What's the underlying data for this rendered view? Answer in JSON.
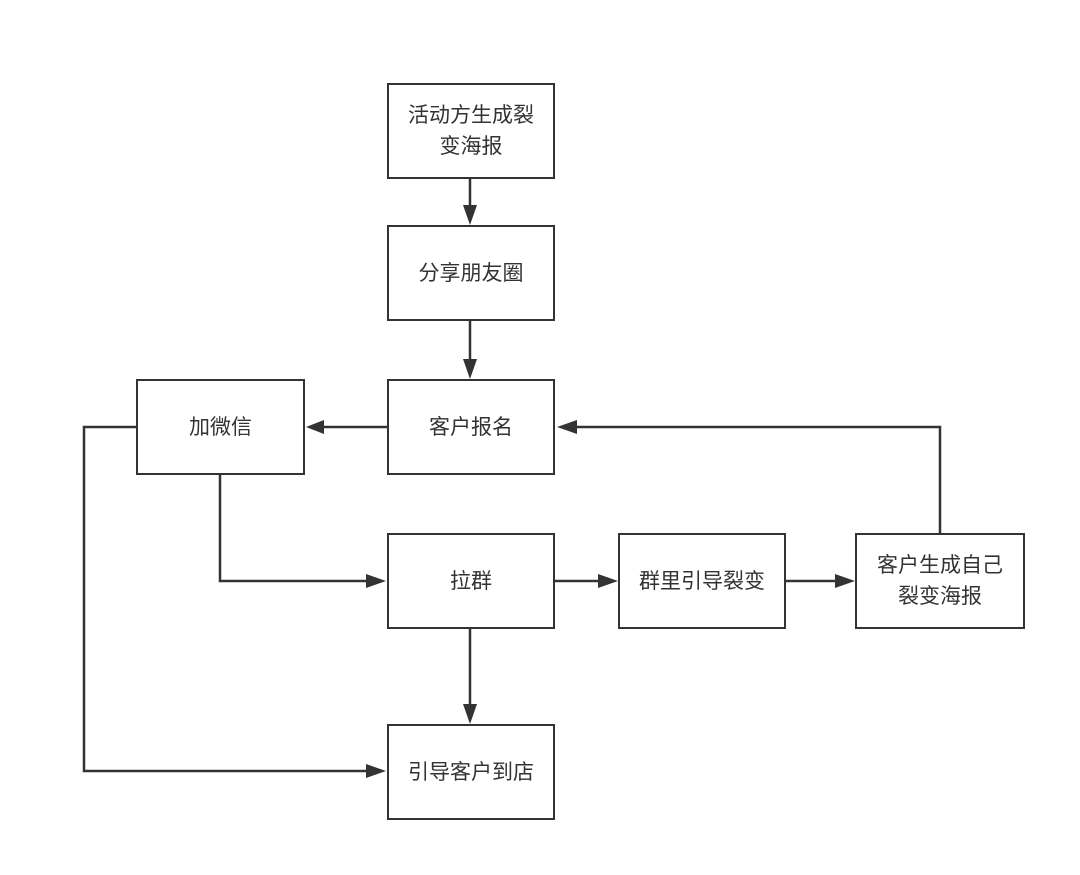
{
  "colors": {
    "stroke": "#333333",
    "text": "#333333",
    "background": "#ffffff"
  },
  "nodes": {
    "poster": {
      "label": "活动方生成裂变海报"
    },
    "share": {
      "label": "分享朋友圈"
    },
    "signup": {
      "label": "客户报名"
    },
    "wechat": {
      "label": "加微信"
    },
    "group": {
      "label": "拉群"
    },
    "fission": {
      "label": "群里引导裂变"
    },
    "own_poster": {
      "label": "客户生成自己裂变海报"
    },
    "store": {
      "label": "引导客户到店"
    }
  },
  "edges": [
    {
      "from": "poster",
      "to": "share"
    },
    {
      "from": "share",
      "to": "signup"
    },
    {
      "from": "signup",
      "to": "wechat"
    },
    {
      "from": "wechat",
      "to": "group"
    },
    {
      "from": "wechat",
      "to": "store"
    },
    {
      "from": "group",
      "to": "fission"
    },
    {
      "from": "group",
      "to": "store"
    },
    {
      "from": "fission",
      "to": "own_poster"
    },
    {
      "from": "own_poster",
      "to": "signup"
    }
  ]
}
